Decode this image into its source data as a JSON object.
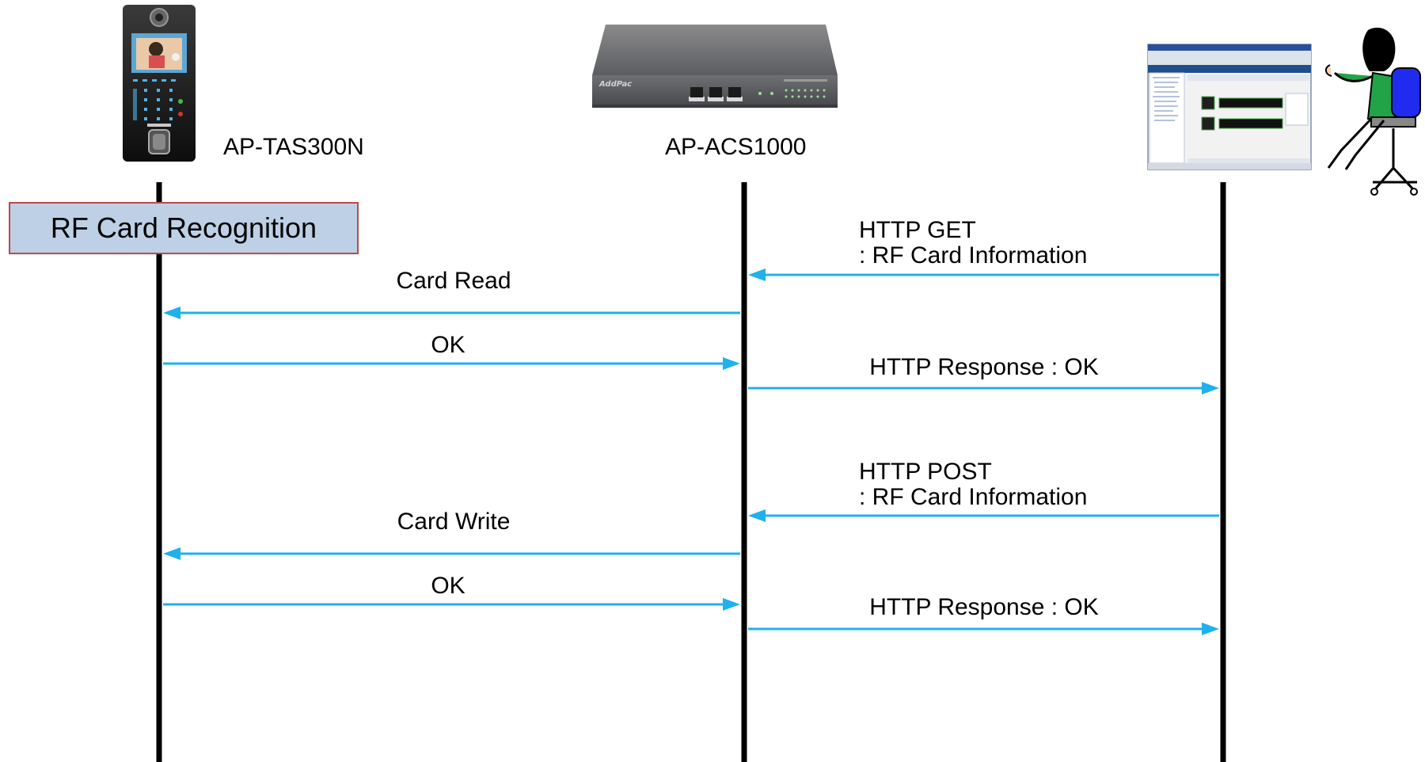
{
  "participants": [
    {
      "id": "tas",
      "label": "AP-TAS300N",
      "icon": "fingerprint-terminal-icon"
    },
    {
      "id": "acs",
      "label": "AP-ACS1000",
      "icon": "rack-access-controller-icon"
    },
    {
      "id": "mgr",
      "label": "",
      "icon": "web-manager-screen-and-user-icon"
    }
  ],
  "device_brand": "AddPac",
  "step_box": {
    "label": "RF Card Recognition",
    "fill": "#bdd0e6",
    "border": "#b94a4a"
  },
  "arrow_color": "#1fb1ec",
  "messages": [
    {
      "from": "mgr",
      "to": "acs",
      "label_line1": "HTTP GET",
      "label_line2": ": RF Card Information"
    },
    {
      "from": "acs",
      "to": "tas",
      "label": "Card Read"
    },
    {
      "from": "tas",
      "to": "acs",
      "label": "OK"
    },
    {
      "from": "acs",
      "to": "mgr",
      "label": "HTTP Response : OK"
    },
    {
      "from": "mgr",
      "to": "acs",
      "label_line1": "HTTP POST",
      "label_line2": ": RF Card Information"
    },
    {
      "from": "acs",
      "to": "tas",
      "label": "Card Write"
    },
    {
      "from": "tas",
      "to": "acs",
      "label": "OK"
    },
    {
      "from": "acs",
      "to": "mgr",
      "label": "HTTP Response : OK"
    }
  ]
}
